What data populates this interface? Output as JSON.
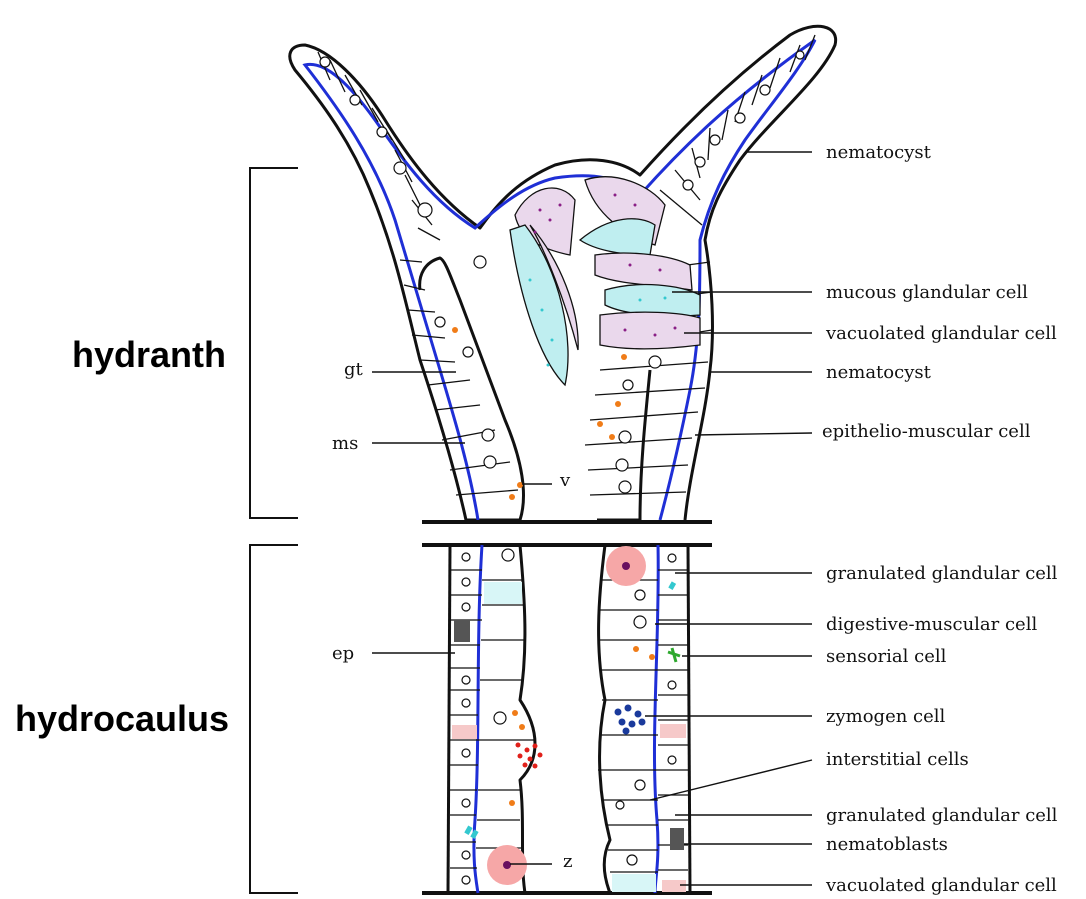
{
  "sections": {
    "hydranth": "hydranth",
    "hydrocaulus": "hydrocaulus"
  },
  "labels_left": {
    "gt": "gt",
    "ms": "ms",
    "v": "v",
    "ep": "ep",
    "z": "z"
  },
  "labels_right": {
    "nematocyst_top": "nematocyst",
    "mucous": "mucous glandular cell",
    "vacuolated_1": "vacuolated glandular cell",
    "nematocyst_2": "nematocyst",
    "epithelio": "epithelio-muscular cell",
    "granulated_1": "granulated glandular cell",
    "digestive": "digestive-muscular cell",
    "sensorial": "sensorial cell",
    "zymogen": "zymogen cell",
    "interstitial": "interstitial cells",
    "granulated_2": "granulated glandular cell",
    "nematoblasts": "nematoblasts",
    "vacuolated_2": "vacuolated glandular cell"
  },
  "colors": {
    "mesoglea": "#1f2fd6",
    "mucous": "#33c8cf",
    "vacuolated": "#8a1f86",
    "zymogen": "#1a3a9c",
    "granule_red": "#e0201a",
    "orange_granule": "#f07c18",
    "pink_cell": "#f6a7a7",
    "sensorial": "#2ea82e"
  }
}
